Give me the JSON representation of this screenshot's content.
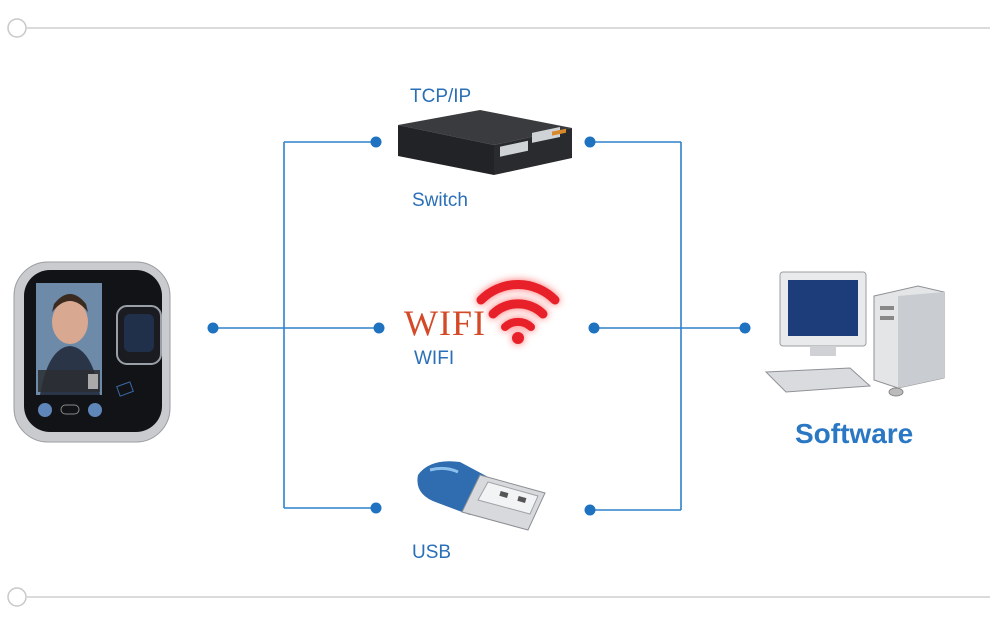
{
  "labels": {
    "tcpip": "TCP/IP",
    "switch": "Switch",
    "wifi_logo": "WIFI",
    "wifi": "WIFI",
    "usb": "USB",
    "software": "Software"
  },
  "colors": {
    "line": "#2f80cc",
    "dot": "#1f72c0",
    "label": "#2a6fb8",
    "wifi_logo": "#d44a28",
    "wifi_signal": "#e8202a"
  }
}
